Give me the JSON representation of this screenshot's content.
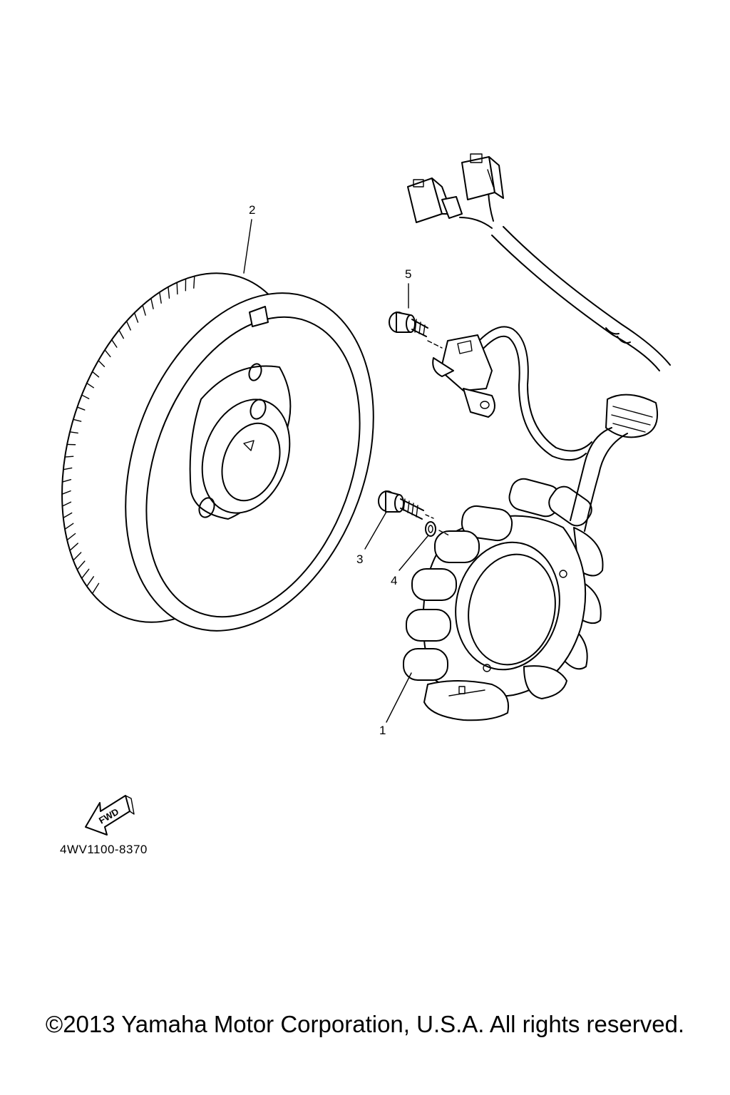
{
  "callouts": {
    "part_1": "1",
    "part_2": "2",
    "part_3": "3",
    "part_4": "4",
    "part_5": "5"
  },
  "fwd_label": "FWD",
  "drawing_code": "4WV1100-8370",
  "copyright": "©2013 Yamaha Motor Corporation, U.S.A. All rights reserved.",
  "colors": {
    "line": "#000000",
    "background": "#ffffff"
  }
}
